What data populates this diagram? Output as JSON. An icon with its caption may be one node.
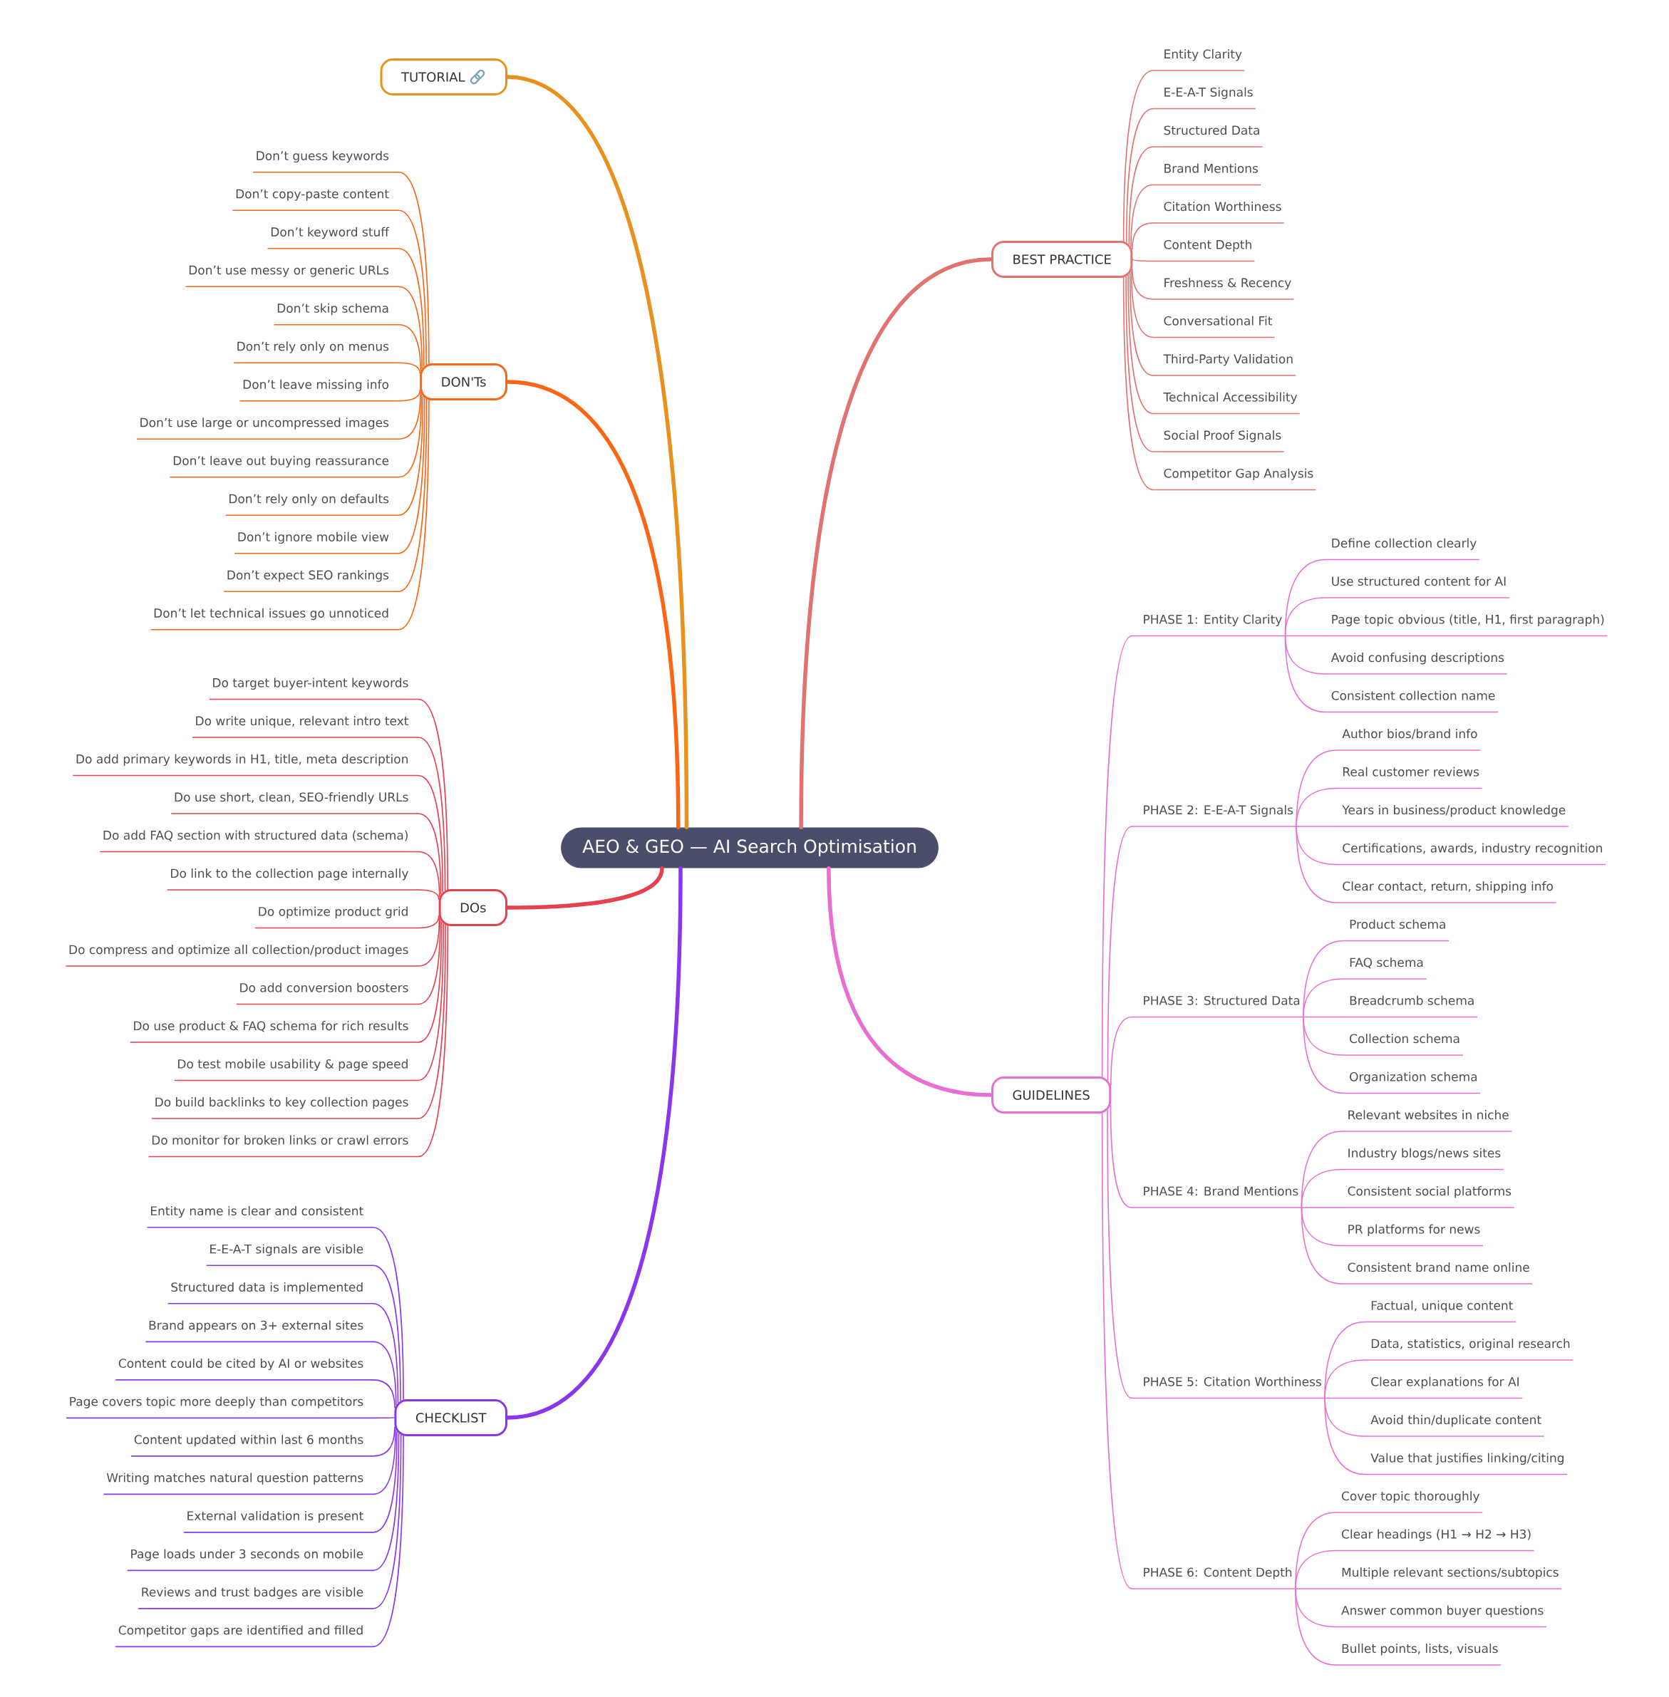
{
  "diagram": {
    "nodes": [
      {
        "text": [
          "AEO & GEO — AI Search Optimisation"
        ]
      },
      {
        "text": [
          "TUTORIAL"
        ]
      },
      {
        "text": [
          "DON'Ts"
        ]
      },
      {
        "text": [
          "Don’t guess keywords"
        ]
      },
      {
        "text": [
          "Don’t copy-paste content"
        ]
      },
      {
        "text": [
          "Don’t keyword stuff"
        ]
      },
      {
        "text": [
          "Don’t use messy or generic URLs"
        ]
      },
      {
        "text": [
          "Don’t skip schema"
        ]
      },
      {
        "text": [
          "Don’t rely only on menus"
        ]
      },
      {
        "text": [
          "Don’t leave missing info"
        ]
      },
      {
        "text": [
          "Don’t use large or uncompressed images"
        ]
      },
      {
        "text": [
          "Don’t leave out buying reassurance"
        ]
      },
      {
        "text": [
          "Don’t rely only on defaults"
        ]
      },
      {
        "text": [
          "Don’t ignore mobile view"
        ]
      },
      {
        "text": [
          "Don’t expect SEO rankings"
        ]
      },
      {
        "text": [
          "Don’t let technical issues go unnoticed"
        ]
      },
      {
        "text": [
          "DOs"
        ]
      },
      {
        "text": [
          "Do target buyer-intent keywords"
        ]
      },
      {
        "text": [
          "Do write unique, relevant intro text"
        ]
      },
      {
        "text": [
          "Do add primary keywords in H1, title, meta description"
        ]
      },
      {
        "text": [
          "Do use short, clean, SEO-friendly URLs"
        ]
      },
      {
        "text": [
          "Do add FAQ section with structured data (schema)"
        ]
      },
      {
        "text": [
          "Do link to the collection page internally"
        ]
      },
      {
        "text": [
          "Do optimize product grid"
        ]
      },
      {
        "text": [
          "Do compress and optimize all collection/product images"
        ]
      },
      {
        "text": [
          "Do add conversion boosters"
        ]
      },
      {
        "text": [
          "Do use product & FAQ schema for rich results"
        ]
      },
      {
        "text": [
          "Do test mobile usability & page speed"
        ]
      },
      {
        "text": [
          "Do build backlinks to key collection pages"
        ]
      },
      {
        "text": [
          "Do monitor for broken links or crawl errors"
        ]
      },
      {
        "text": [
          "CHECKLIST"
        ]
      },
      {
        "text": [
          "Entity name is clear and consistent"
        ]
      },
      {
        "text": [
          "E-E-A-T signals are visible"
        ]
      },
      {
        "text": [
          "Structured data is implemented"
        ]
      },
      {
        "text": [
          "Brand appears on 3+ external sites"
        ]
      },
      {
        "text": [
          "Content could be cited by AI or websites"
        ]
      },
      {
        "text": [
          "Page covers topic more deeply than competitors"
        ]
      },
      {
        "text": [
          "Content updated within last 6 months"
        ]
      },
      {
        "text": [
          "Writing matches natural question patterns"
        ]
      },
      {
        "text": [
          "External validation is present"
        ]
      },
      {
        "text": [
          "Page loads under 3 seconds on mobile"
        ]
      },
      {
        "text": [
          "Reviews and trust badges are visible"
        ]
      },
      {
        "text": [
          "Competitor gaps are identified and filled"
        ]
      },
      {
        "text": [
          "BEST PRACTICE"
        ]
      },
      {
        "text": [
          "Entity Clarity"
        ]
      },
      {
        "text": [
          "E-E-A-T Signals"
        ]
      },
      {
        "text": [
          "Structured Data"
        ]
      },
      {
        "text": [
          "Brand Mentions"
        ]
      },
      {
        "text": [
          "Citation Worthiness"
        ]
      },
      {
        "text": [
          "Content Depth"
        ]
      },
      {
        "text": [
          "Freshness & Recency"
        ]
      },
      {
        "text": [
          "Conversational Fit"
        ]
      },
      {
        "text": [
          "Third-Party Validation"
        ]
      },
      {
        "text": [
          "Technical Accessibility"
        ]
      },
      {
        "text": [
          "Social Proof Signals"
        ]
      },
      {
        "text": [
          "Competitor Gap Analysis"
        ]
      },
      {
        "text": [
          "GUIDELINES"
        ]
      },
      {
        "text": [
          "PHASE 1: Entity Clarity"
        ]
      },
      {
        "text": [
          "Define collection clearly"
        ]
      },
      {
        "text": [
          "Use structured content for AI"
        ]
      },
      {
        "text": [
          "Page topic obvious (title, H1, first paragraph)"
        ]
      },
      {
        "text": [
          "Avoid confusing descriptions"
        ]
      },
      {
        "text": [
          "Consistent collection name"
        ]
      },
      {
        "text": [
          "PHASE 2: E-E-A-T Signals"
        ]
      },
      {
        "text": [
          "Author bios/brand info"
        ]
      },
      {
        "text": [
          "Real customer reviews"
        ]
      },
      {
        "text": [
          "Years in business/product knowledge"
        ]
      },
      {
        "text": [
          "Certifications, awards, industry recognition"
        ]
      },
      {
        "text": [
          "Clear contact, return, shipping info"
        ]
      },
      {
        "text": [
          "PHASE 3: Structured Data"
        ]
      },
      {
        "text": [
          "Product schema"
        ]
      },
      {
        "text": [
          "FAQ schema"
        ]
      },
      {
        "text": [
          "Breadcrumb schema"
        ]
      },
      {
        "text": [
          "Collection schema"
        ]
      },
      {
        "text": [
          "Organization schema"
        ]
      },
      {
        "text": [
          "PHASE 4: Brand Mentions"
        ]
      },
      {
        "text": [
          "Relevant websites in niche"
        ]
      },
      {
        "text": [
          "Industry blogs/news sites"
        ]
      },
      {
        "text": [
          "Consistent social platforms"
        ]
      },
      {
        "text": [
          "PR platforms for news"
        ]
      },
      {
        "text": [
          "Consistent brand name online"
        ]
      },
      {
        "text": [
          "PHASE 5: Citation Worthiness"
        ]
      },
      {
        "text": [
          "Factual, unique content"
        ]
      },
      {
        "text": [
          "Data, statistics, original research"
        ]
      },
      {
        "text": [
          "Clear explanations for AI"
        ]
      },
      {
        "text": [
          "Avoid thin/duplicate content"
        ]
      },
      {
        "text": [
          "Value that justifies linking/citing"
        ]
      },
      {
        "text": [
          "PHASE 6: Content Depth"
        ]
      },
      {
        "text": [
          "Cover topic thoroughly"
        ]
      },
      {
        "text": [
          "Clear headings (H1 → H2 → H3)"
        ]
      },
      {
        "text": [
          "Multiple relevant sections/subtopics"
        ]
      },
      {
        "text": [
          "Answer common buyer questions"
        ]
      },
      {
        "text": [
          "Bullet points, lists, visuals"
        ]
      }
    ],
    "edges": [
      {
        "from": 0,
        "to": 1,
        "arrow": "none",
        "style": "thick",
        "color": "#e8911c"
      },
      {
        "from": 0,
        "to": 2,
        "arrow": "none",
        "style": "thick",
        "color": "#fa6616"
      },
      {
        "from": 2,
        "to": 3,
        "arrow": "none",
        "color": "#fa6616"
      },
      {
        "from": 2,
        "to": 4,
        "arrow": "none",
        "color": "#fa6616"
      },
      {
        "from": 2,
        "to": 5,
        "arrow": "none",
        "color": "#fa6616"
      },
      {
        "from": 2,
        "to": 6,
        "arrow": "none",
        "color": "#fa6616"
      },
      {
        "from": 2,
        "to": 7,
        "arrow": "none",
        "color": "#fa6616"
      },
      {
        "from": 2,
        "to": 8,
        "arrow": "none",
        "color": "#fa6616"
      },
      {
        "from": 2,
        "to": 9,
        "arrow": "none",
        "color": "#fa6616"
      },
      {
        "from": 2,
        "to": 10,
        "arrow": "none",
        "color": "#fa6616"
      },
      {
        "from": 2,
        "to": 11,
        "arrow": "none",
        "color": "#fa6616"
      },
      {
        "from": 2,
        "to": 12,
        "arrow": "none",
        "color": "#fa6616"
      },
      {
        "from": 2,
        "to": 13,
        "arrow": "none",
        "color": "#fa6616"
      },
      {
        "from": 2,
        "to": 14,
        "arrow": "none",
        "color": "#fa6616"
      },
      {
        "from": 2,
        "to": 15,
        "arrow": "none",
        "color": "#fa6616"
      },
      {
        "from": 0,
        "to": 16,
        "arrow": "none",
        "style": "thick",
        "color": "#e5414f"
      },
      {
        "from": 16,
        "to": 17,
        "arrow": "none",
        "color": "#e5414f"
      },
      {
        "from": 16,
        "to": 18,
        "arrow": "none",
        "color": "#e5414f"
      },
      {
        "from": 16,
        "to": 19,
        "arrow": "none",
        "color": "#e5414f"
      },
      {
        "from": 16,
        "to": 20,
        "arrow": "none",
        "color": "#e5414f"
      },
      {
        "from": 16,
        "to": 21,
        "arrow": "none",
        "color": "#e5414f"
      },
      {
        "from": 16,
        "to": 22,
        "arrow": "none",
        "color": "#e5414f"
      },
      {
        "from": 16,
        "to": 23,
        "arrow": "none",
        "color": "#e5414f"
      },
      {
        "from": 16,
        "to": 24,
        "arrow": "none",
        "color": "#e5414f"
      },
      {
        "from": 16,
        "to": 25,
        "arrow": "none",
        "color": "#e5414f"
      },
      {
        "from": 16,
        "to": 26,
        "arrow": "none",
        "color": "#e5414f"
      },
      {
        "from": 16,
        "to": 27,
        "arrow": "none",
        "color": "#e5414f"
      },
      {
        "from": 16,
        "to": 28,
        "arrow": "none",
        "color": "#e5414f"
      },
      {
        "from": 16,
        "to": 29,
        "arrow": "none",
        "color": "#e5414f"
      },
      {
        "from": 0,
        "to": 30,
        "arrow": "none",
        "style": "thick",
        "color": "#8a36ee"
      },
      {
        "from": 30,
        "to": 31,
        "arrow": "none",
        "color": "#8a36ee"
      },
      {
        "from": 30,
        "to": 32,
        "arrow": "none",
        "color": "#8a36ee"
      },
      {
        "from": 30,
        "to": 33,
        "arrow": "none",
        "color": "#8a36ee"
      },
      {
        "from": 30,
        "to": 34,
        "arrow": "none",
        "color": "#8a36ee"
      },
      {
        "from": 30,
        "to": 35,
        "arrow": "none",
        "color": "#8a36ee"
      },
      {
        "from": 30,
        "to": 36,
        "arrow": "none",
        "color": "#8a36ee"
      },
      {
        "from": 30,
        "to": 37,
        "arrow": "none",
        "color": "#8a36ee"
      },
      {
        "from": 30,
        "to": 38,
        "arrow": "none",
        "color": "#8a36ee"
      },
      {
        "from": 30,
        "to": 39,
        "arrow": "none",
        "color": "#8a36ee"
      },
      {
        "from": 30,
        "to": 40,
        "arrow": "none",
        "color": "#8a36ee"
      },
      {
        "from": 30,
        "to": 41,
        "arrow": "none",
        "color": "#8a36ee"
      },
      {
        "from": 30,
        "to": 42,
        "arrow": "none",
        "color": "#8a36ee"
      },
      {
        "from": 0,
        "to": 43,
        "arrow": "none",
        "style": "thick",
        "color": "#e07270"
      },
      {
        "from": 43,
        "to": 44,
        "arrow": "none",
        "color": "#e07270"
      },
      {
        "from": 43,
        "to": 45,
        "arrow": "none",
        "color": "#e07270"
      },
      {
        "from": 43,
        "to": 46,
        "arrow": "none",
        "color": "#e07270"
      },
      {
        "from": 43,
        "to": 47,
        "arrow": "none",
        "color": "#e07270"
      },
      {
        "from": 43,
        "to": 48,
        "arrow": "none",
        "color": "#e07270"
      },
      {
        "from": 43,
        "to": 49,
        "arrow": "none",
        "color": "#e07270"
      },
      {
        "from": 43,
        "to": 50,
        "arrow": "none",
        "color": "#e07270"
      },
      {
        "from": 43,
        "to": 51,
        "arrow": "none",
        "color": "#e07270"
      },
      {
        "from": 43,
        "to": 52,
        "arrow": "none",
        "color": "#e07270"
      },
      {
        "from": 43,
        "to": 53,
        "arrow": "none",
        "color": "#e07270"
      },
      {
        "from": 43,
        "to": 54,
        "arrow": "none",
        "color": "#e07270"
      },
      {
        "from": 43,
        "to": 55,
        "arrow": "none",
        "color": "#e07270"
      },
      {
        "from": 0,
        "to": 56,
        "arrow": "none",
        "style": "thick"
      },
      {
        "from": 56,
        "to": 57,
        "arrow": "none"
      },
      {
        "from": 57,
        "to": 58,
        "arrow": "none"
      },
      {
        "from": 57,
        "to": 59,
        "arrow": "none"
      },
      {
        "from": 57,
        "to": 60,
        "arrow": "none"
      },
      {
        "from": 57,
        "to": 61,
        "arrow": "none"
      },
      {
        "from": 57,
        "to": 62,
        "arrow": "none"
      },
      {
        "from": 56,
        "to": 63,
        "arrow": "none"
      },
      {
        "from": 63,
        "to": 64,
        "arrow": "none"
      },
      {
        "from": 63,
        "to": 65,
        "arrow": "none"
      },
      {
        "from": 63,
        "to": 66,
        "arrow": "none"
      },
      {
        "from": 63,
        "to": 67,
        "arrow": "none"
      },
      {
        "from": 63,
        "to": 68,
        "arrow": "none"
      },
      {
        "from": 56,
        "to": 69,
        "arrow": "none"
      },
      {
        "from": 69,
        "to": 70,
        "arrow": "none"
      },
      {
        "from": 69,
        "to": 71,
        "arrow": "none"
      },
      {
        "from": 69,
        "to": 72,
        "arrow": "none"
      },
      {
        "from": 69,
        "to": 73,
        "arrow": "none"
      },
      {
        "from": 69,
        "to": 74,
        "arrow": "none"
      },
      {
        "from": 56,
        "to": 75,
        "arrow": "none"
      },
      {
        "from": 75,
        "to": 76,
        "arrow": "none"
      },
      {
        "from": 75,
        "to": 77,
        "arrow": "none"
      },
      {
        "from": 75,
        "to": 78,
        "arrow": "none"
      },
      {
        "from": 75,
        "to": 79,
        "arrow": "none"
      },
      {
        "from": 75,
        "to": 80,
        "arrow": "none"
      },
      {
        "from": 56,
        "to": 81,
        "arrow": "none"
      },
      {
        "from": 81,
        "to": 82,
        "arrow": "none"
      },
      {
        "from": 81,
        "to": 83,
        "arrow": "none"
      },
      {
        "from": 81,
        "to": 84,
        "arrow": "none"
      },
      {
        "from": 81,
        "to": 85,
        "arrow": "none"
      },
      {
        "from": 81,
        "to": 86,
        "arrow": "none"
      },
      {
        "from": 56,
        "to": 87,
        "arrow": "none"
      },
      {
        "from": 87,
        "to": 88,
        "arrow": "none"
      },
      {
        "from": 87,
        "to": 89,
        "arrow": "none"
      },
      {
        "from": 87,
        "to": 90,
        "arrow": "none"
      },
      {
        "from": 87,
        "to": 91,
        "arrow": "none"
      },
      {
        "from": 87,
        "to": 92,
        "arrow": "none"
      }
    ]
  }
}
